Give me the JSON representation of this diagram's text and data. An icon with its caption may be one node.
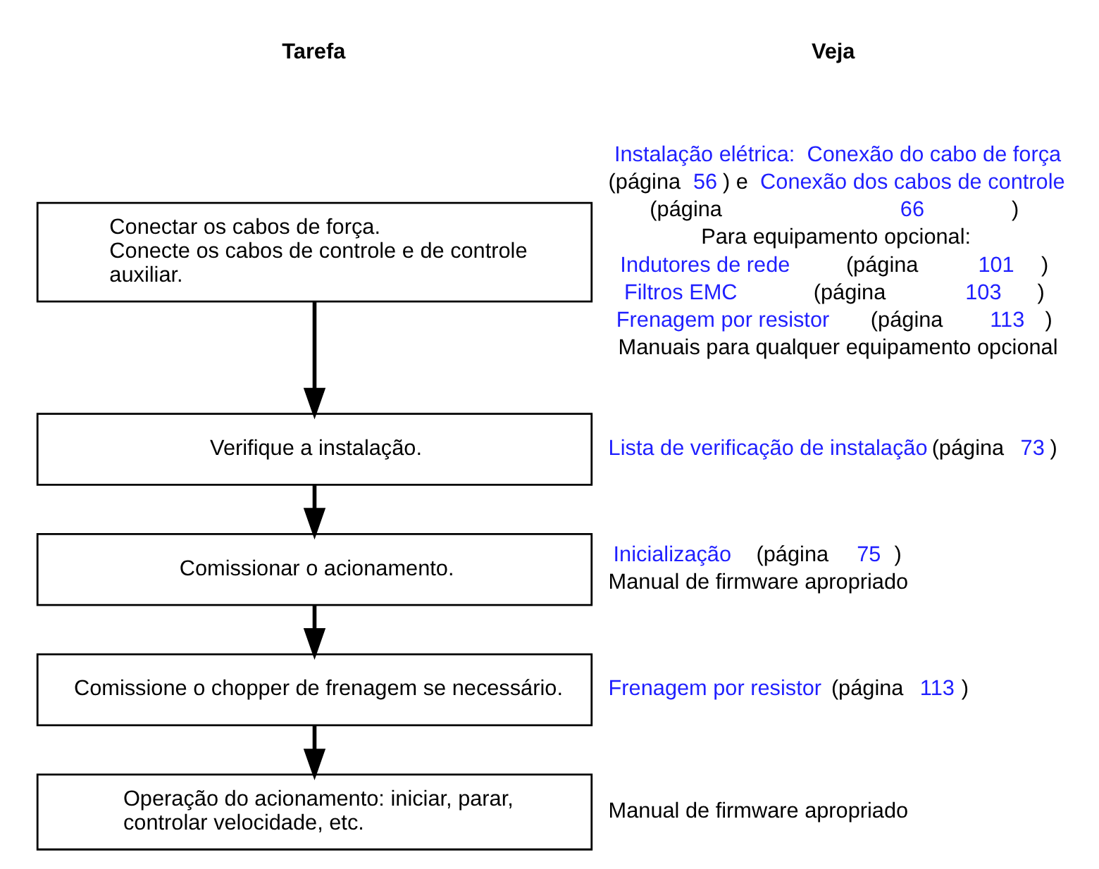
{
  "diagram": {
    "nodes": [
      {
        "text": [
          "Conectar os cabos de força.",
          "Conecte os cabos de controle e de controle auxiliar."
        ],
        "beside": [
          "*Instalação elétrica:  Conexão do cabo de força* (página *56*) e *Conexão dos cabos de controle* (página *66*)",
          "Para equipamento opcional:",
          "*Indutores de rede* (página  *101*)",
          "*Filtros EMC* (página  *103*)",
          "*Frenagem por resistor* (página  *113*)",
          "Manuais para qualquer equipamento opcional"
        ]
      },
      {
        "text": [
          "Verifique a instalação."
        ],
        "beside": [
          "*Lista de verificação de instalação* (página  *73*)"
        ]
      },
      {
        "text": [
          "Comissionar o acionamento."
        ],
        "beside": [
          "*Inicialização* (página *75*)",
          "Manual de firmware apropriado"
        ]
      },
      {
        "text": [
          "Comissione o chopper de frenagem se necessário."
        ],
        "beside": [
          "*Frenagem por resistor* (página  *113*)"
        ]
      },
      {
        "text": [
          "Operação do acionamento: iniciar, parar, controlar velocidade, etc."
        ],
        "beside": [
          "Manual de firmware apropriado"
        ]
      }
    ],
    "edges": [
      {
        "from": 0,
        "to": 1,
        "arrow": "to"
      },
      {
        "from": 1,
        "to": 2,
        "arrow": "to"
      },
      {
        "from": 2,
        "to": 3,
        "arrow": "to"
      },
      {
        "from": 3,
        "to": 4,
        "arrow": "to"
      }
    ],
    "labels": [
      "Tarefa",
      "Veja"
    ]
  }
}
